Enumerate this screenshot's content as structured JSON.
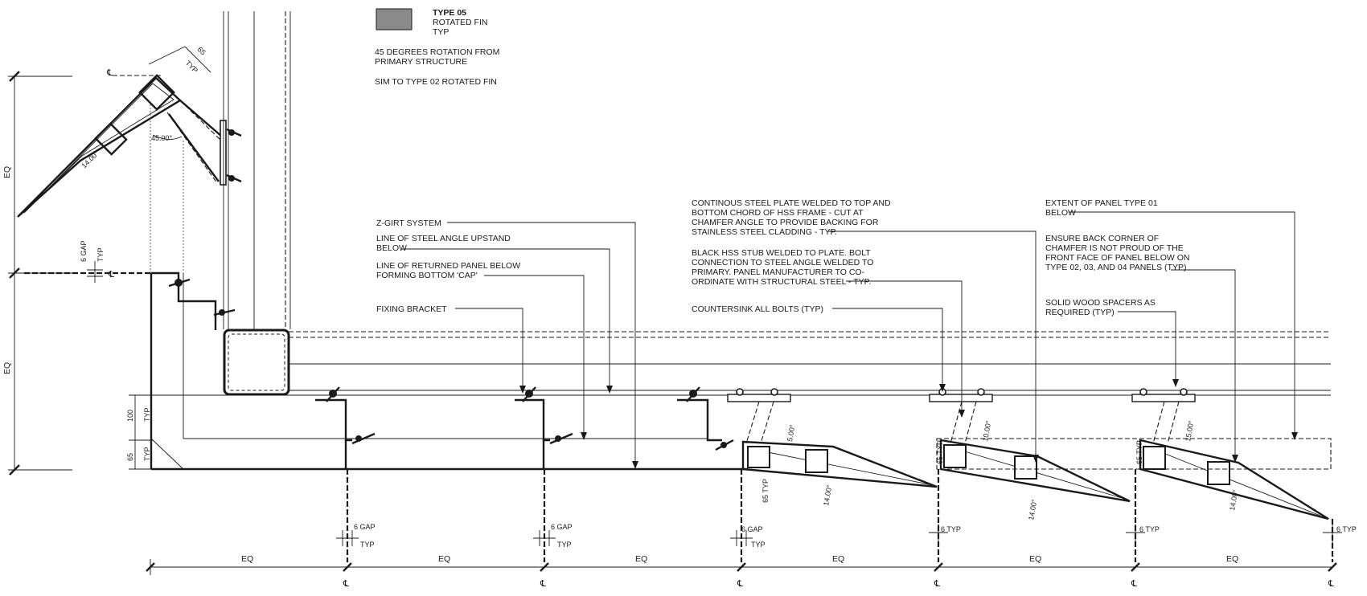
{
  "legend": {
    "swatch_color": "#8a8a8a",
    "title": "TYPE 05",
    "line1": "ROTATED FIN",
    "line2": "TYP",
    "note1_l1": "45 DEGREES ROTATION FROM",
    "note1_l2": "PRIMARY STRUCTURE",
    "note2": "SIM TO TYPE 02 ROTATED FIN"
  },
  "notes": {
    "zgirt": "Z-GIRT SYSTEM",
    "angle_l1": "LINE OF STEEL ANGLE UPSTAND",
    "angle_l2": "BELOW",
    "returned_l1": "LINE OF RETURNED PANEL BELOW",
    "returned_l2": "FORMING BOTTOM 'CAP'",
    "fixing": "FIXING BRACKET",
    "plate_l1": "CONTINOUS STEEL PLATE WELDED TO TOP AND",
    "plate_l2": "BOTTOM CHORD OF HSS FRAME - CUT AT",
    "plate_l3": "CHAMFER ANGLE TO PROVIDE BACKING FOR",
    "plate_l4": "STAINLESS STEEL CLADDING - TYP.",
    "stub_l1": "BLACK HSS STUB WELDED TO PLATE.  BOLT",
    "stub_l2": "CONNECTION TO STEEL ANGLE WELDED TO",
    "stub_l3": "PRIMARY.  PANEL MANUFACTURER TO CO-",
    "stub_l4": "ORDINATE WITH STRUCTURAL STEEL - TYP.",
    "countersink": "COUNTERSINK ALL BOLTS (TYP)",
    "extent_l1": "EXTENT OF PANEL TYPE 01",
    "extent_l2": "BELOW",
    "ensure_l1": "ENSURE BACK CORNER OF",
    "ensure_l2": "CHAMFER IS NOT PROUD OF THE",
    "ensure_l3": "FRONT FACE OF PANEL BELOW ON",
    "ensure_l4": "TYPE 02, 03, AND 04 PANELS (TYP)",
    "spacers_l1": "SOLID WOOD SPACERS AS",
    "spacers_l2": "REQUIRED (TYP)"
  },
  "dimensions": {
    "eq": "EQ",
    "gap6": "6 GAP",
    "typ": "TYP",
    "typ6": "6 TYP",
    "d100": "100",
    "d65": "65",
    "d65typ": "65 TYP",
    "d14": "14.00°",
    "d10": "10.00°",
    "d15": "15.00°",
    "d45": "45.00°",
    "d5": "5.00°",
    "gap6typ": "6 GAP TYP",
    "centerline": "℄"
  }
}
